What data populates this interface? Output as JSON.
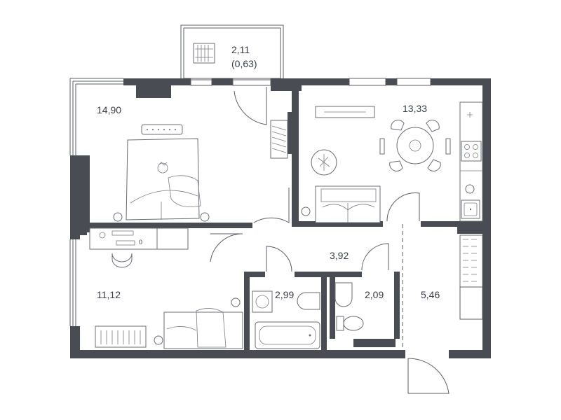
{
  "rooms": [
    {
      "id": "balcony",
      "area": "2,11",
      "note": "(0,63)"
    },
    {
      "id": "bedroom",
      "area": "14,90"
    },
    {
      "id": "living-kitchen",
      "area": "13,33"
    },
    {
      "id": "second-room",
      "area": "11,12"
    },
    {
      "id": "hall",
      "area": "3,92"
    },
    {
      "id": "bathroom",
      "area": "2,99"
    },
    {
      "id": "toilet",
      "area": "2,09"
    },
    {
      "id": "entrance",
      "area": "5,46"
    }
  ],
  "colors": {
    "wall": "#4a4c53",
    "line": "#5a5c63",
    "text": "#3a3d45"
  }
}
